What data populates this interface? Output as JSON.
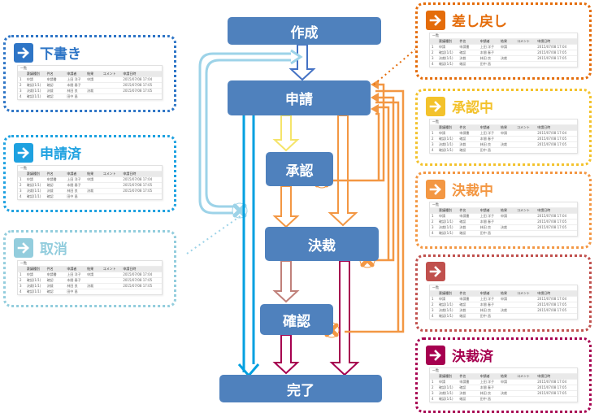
{
  "nodes": {
    "create": "作成",
    "apply": "申請",
    "approve": "承認",
    "decide": "決裁",
    "confirm": "確認",
    "complete": "完了"
  },
  "status_panels": {
    "draft": {
      "label": "下書き",
      "color": "#2e75c6"
    },
    "applied": {
      "label": "申請済",
      "color": "#1ea1e0"
    },
    "canceled": {
      "label": "取消",
      "color": "#93cddd"
    },
    "returned": {
      "label": "差し戻し",
      "color": "#e46c0a"
    },
    "approving": {
      "label": "承認中",
      "color": "#f3c22b"
    },
    "deciding": {
      "label": "決裁中",
      "color": "#f39743"
    },
    "confirming": {
      "label": "",
      "color": "#c0504d"
    },
    "decided": {
      "label": "決裁済",
      "color": "#a6004f"
    }
  },
  "mini_table": {
    "caption": "一覧",
    "headers": [
      "",
      "稟議種別",
      "件名",
      "申請者",
      "結果",
      "コメント",
      "申請日時"
    ],
    "rows": [
      [
        "1",
        "申請",
        "申請書",
        "上田 洋子",
        "申請",
        "",
        "2015/07/08 17:04"
      ],
      [
        "2",
        "確認(1/1)",
        "確認",
        "本間 春子",
        "",
        "",
        "2015/07/08 17:05"
      ],
      [
        "3",
        "決裁(1/1)",
        "決裁",
        "林田 良",
        "決裁",
        "",
        "2015/07/08 17:05"
      ],
      [
        "4",
        "確認(1/1)",
        "確認",
        "田中 昌",
        "",
        "",
        ""
      ]
    ]
  }
}
